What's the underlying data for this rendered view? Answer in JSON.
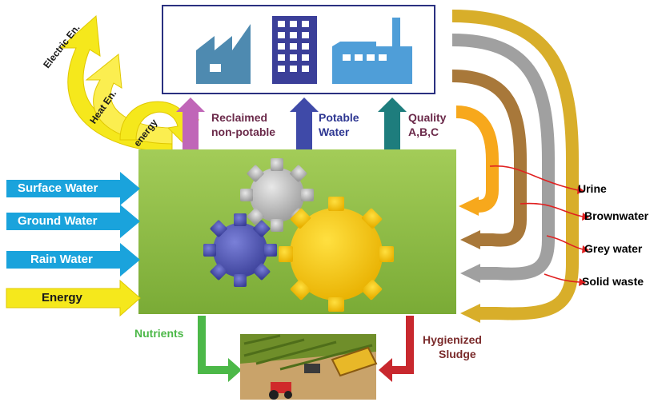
{
  "inputs": {
    "surface_water": "Surface Water",
    "ground_water": "Ground Water",
    "rain_water": "Rain Water",
    "energy": "Energy"
  },
  "energy_outputs": {
    "electric": "Electric En.",
    "heat": "Heat En.",
    "energy": "energy"
  },
  "water_outputs": {
    "reclaimed_line1": "Reclaimed",
    "reclaimed_line2": "non-potable",
    "potable_line1": "Potable",
    "potable_line2": "Water",
    "quality_line1": "Quality",
    "quality_line2": "A,B,C"
  },
  "waste_streams": {
    "urine": "Urine",
    "brownwater": "Brownwater",
    "grey_water": "Grey water",
    "solid_waste": "Solid waste"
  },
  "bottom": {
    "nutrients": "Nutrients",
    "sludge_line1": "Hygienized",
    "sludge_line2": "Sludge"
  },
  "colors": {
    "water_arrow": "#1aa3dc",
    "energy_yellow": "#f5e81c",
    "process_green": "#8fbd45",
    "reclaimed": "#c066b8",
    "potable": "#3f4aa8",
    "quality": "#1e7d7d",
    "urine_stream": "#f7a81c",
    "brown_stream": "#a8783a",
    "grey_stream": "#a0a0a0",
    "solid_stream": "#d8ae2a",
    "nutrients": "#4cb848",
    "sludge": "#c8282e",
    "red_line": "#e02020"
  }
}
